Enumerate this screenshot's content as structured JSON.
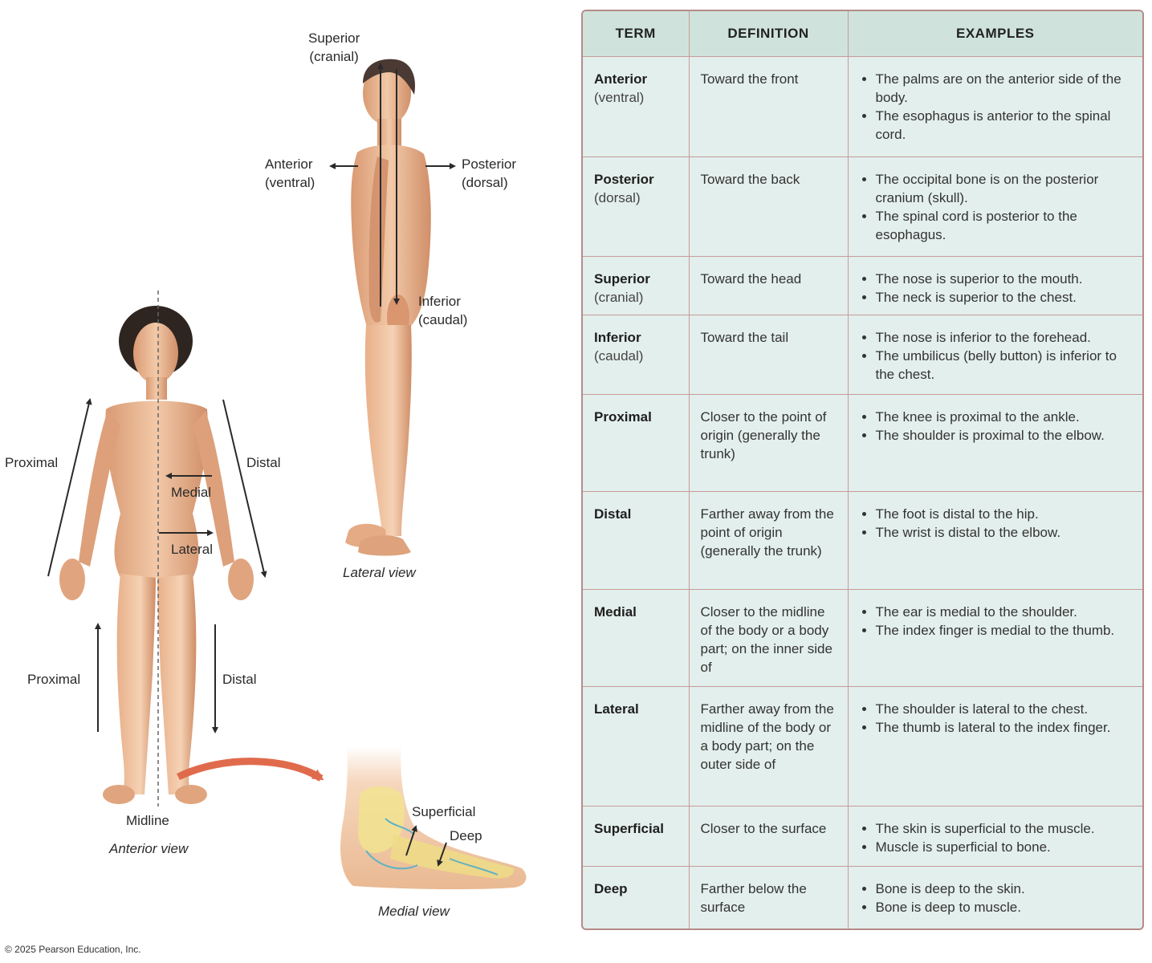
{
  "labels": {
    "superior": "Superior",
    "superior_alt": "(cranial)",
    "anterior": "Anterior",
    "anterior_alt": "(ventral)",
    "posterior": "Posterior",
    "posterior_alt": "(dorsal)",
    "inferior": "Inferior",
    "inferior_alt": "(caudal)",
    "lateral_view": "Lateral view",
    "proximal_upper": "Proximal",
    "distal_upper": "Distal",
    "medial": "Medial",
    "lateral": "Lateral",
    "proximal_lower": "Proximal",
    "distal_lower": "Distal",
    "midline": "Midline",
    "anterior_view": "Anterior view",
    "superficial": "Superficial",
    "deep": "Deep",
    "medial_view": "Medial view"
  },
  "copyright": "© 2025 Pearson Education, Inc.",
  "table": {
    "headers": [
      "TERM",
      "DEFINITION",
      "EXAMPLES"
    ],
    "rows": [
      {
        "term": "Anterior",
        "alt": "(ventral)",
        "definition": "Toward the front",
        "examples": [
          "The palms are on the anterior side of the body.",
          "The esophagus is anterior to the spinal cord."
        ]
      },
      {
        "term": "Posterior",
        "alt": "(dorsal)",
        "definition": "Toward the back",
        "examples": [
          "The occipital bone is on the posterior cranium (skull).",
          "The spinal cord is posterior to the esophagus."
        ]
      },
      {
        "term": "Superior",
        "alt": "(cranial)",
        "definition": "Toward the head",
        "examples": [
          "The nose is superior to the mouth.",
          "The neck is superior to the chest."
        ]
      },
      {
        "term": "Inferior",
        "alt": "(caudal)",
        "definition": "Toward the tail",
        "examples": [
          "The nose is inferior to the forehead.",
          "The umbilicus (belly button) is inferior to the chest."
        ]
      },
      {
        "term": "Proximal",
        "alt": "",
        "definition": "Closer to the point of origin (generally the trunk)",
        "examples": [
          "The knee is proximal to the ankle.",
          "The shoulder is proximal to the elbow."
        ]
      },
      {
        "term": "Distal",
        "alt": "",
        "definition": "Farther away from the point of origin (generally the trunk)",
        "examples": [
          "The foot is distal to the hip.",
          "The wrist is distal to the elbow."
        ]
      },
      {
        "term": "Medial",
        "alt": "",
        "definition": "Closer to the midline of the body or a body part; on the inner side of",
        "examples": [
          "The ear is medial to the shoulder.",
          "The index finger is medial to the thumb."
        ]
      },
      {
        "term": "Lateral",
        "alt": "",
        "definition": "Farther away from the midline of the body or a body part; on the outer side of",
        "examples": [
          "The shoulder is lateral to the chest.",
          "The thumb is lateral to the index finger."
        ]
      },
      {
        "term": "Superficial",
        "alt": "",
        "definition": "Closer to the surface",
        "examples": [
          "The skin is superficial to the muscle.",
          "Muscle is superficial to bone."
        ]
      },
      {
        "term": "Deep",
        "alt": "",
        "definition": "Farther below the surface",
        "examples": [
          "Bone is deep to the skin.",
          "Bone is deep to muscle."
        ]
      }
    ]
  }
}
